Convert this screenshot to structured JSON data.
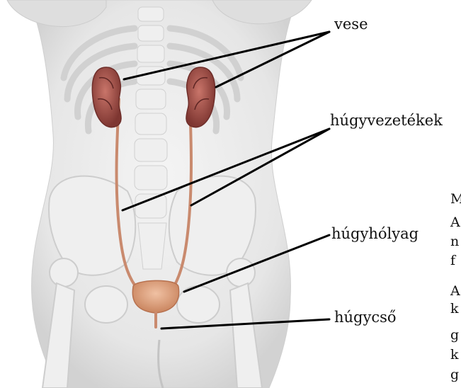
{
  "labels": {
    "kidney": "vese",
    "ureters": "húgyvezetékek",
    "bladder": "húgyhólyag",
    "urethra": "húgycső"
  },
  "side_text": [
    "M",
    "A",
    "n",
    "f",
    "A",
    "k",
    "g",
    "k",
    "g"
  ],
  "colors": {
    "kidney": "#9a4a44",
    "ureter": "#c98a6e",
    "bladder": "#d8926c",
    "body": "#e4e4e4",
    "bone": "#f2f2f2"
  }
}
